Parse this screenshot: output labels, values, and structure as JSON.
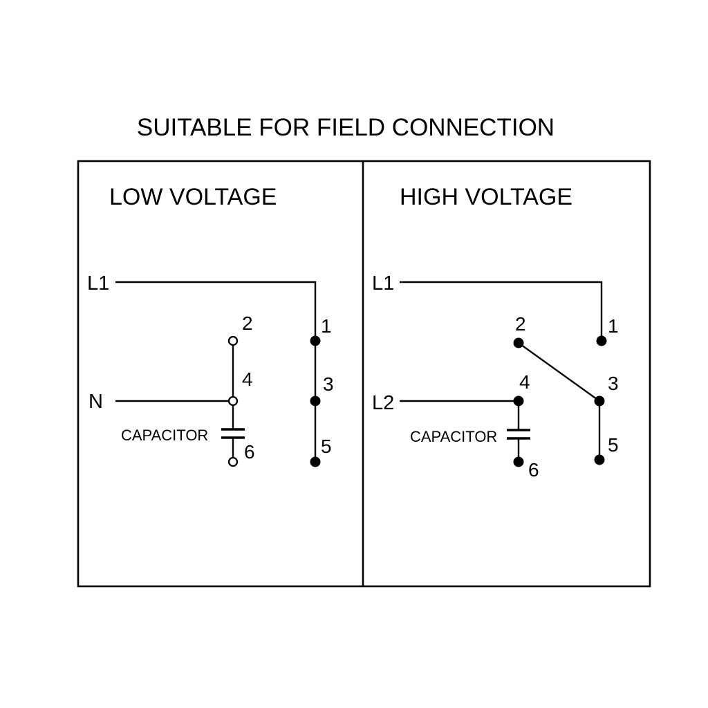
{
  "title": "SUITABLE FOR FIELD CONNECTION",
  "low_voltage": {
    "title": "LOW VOLTAGE",
    "l1_label": "L1",
    "n_label": "N",
    "capacitor_label": "CAPACITOR",
    "terminal_1": "1",
    "terminal_2": "2",
    "terminal_3": "3",
    "terminal_4": "4",
    "terminal_5": "5",
    "terminal_6": "6"
  },
  "high_voltage": {
    "title": "HIGH VOLTAGE",
    "l1_label": "L1",
    "l2_label": "L2",
    "capacitor_label": "CAPACITOR",
    "terminal_1": "1",
    "terminal_2": "2",
    "terminal_3": "3",
    "terminal_4": "4",
    "terminal_5": "5",
    "terminal_6": "6"
  },
  "colors": {
    "line": "#000000",
    "text": "#000000",
    "background": "#ffffff"
  }
}
